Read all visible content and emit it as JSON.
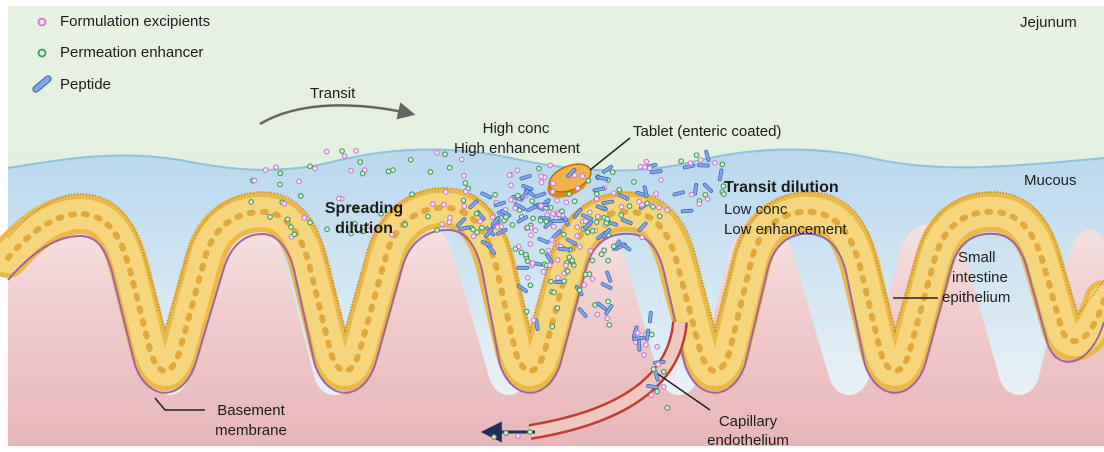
{
  "legend": {
    "items": [
      {
        "label": "Formulation excipients",
        "icon": "pink-circle-icon",
        "color": "#c77bd1"
      },
      {
        "label": "Permeation enhancer",
        "icon": "green-circle-icon",
        "color": "#3f9b55"
      },
      {
        "label": "Peptide",
        "icon": "blue-capsule-icon",
        "color": "#4a78c9"
      }
    ]
  },
  "regions": {
    "jejunum": "Jejunum",
    "mucous": "Mucous"
  },
  "labels": {
    "transit": "Transit",
    "high_conc": "High conc",
    "high_enhancement": "High enhancement",
    "tablet": "Tablet (enteric coated)",
    "transit_dilution": "Transit dilution",
    "low_conc": "Low conc",
    "low_enhancement": "Low enhancement",
    "spreading_dilution_1": "Spreading",
    "spreading_dilution_2": "dilution",
    "small_intestine_1": "Small",
    "small_intestine_2": "intestine",
    "small_intestine_3": "epithelium",
    "basement_1": "Basement",
    "basement_2": "membrane",
    "capillary_1": "Capillary",
    "capillary_2": "endothelium"
  },
  "colors": {
    "lumen": "#e3efde",
    "mucus_top": "#b7d7ec",
    "tissue": "#ecc3c6",
    "epithelium": "#f2d27a",
    "capillary": "#c33a2e"
  }
}
